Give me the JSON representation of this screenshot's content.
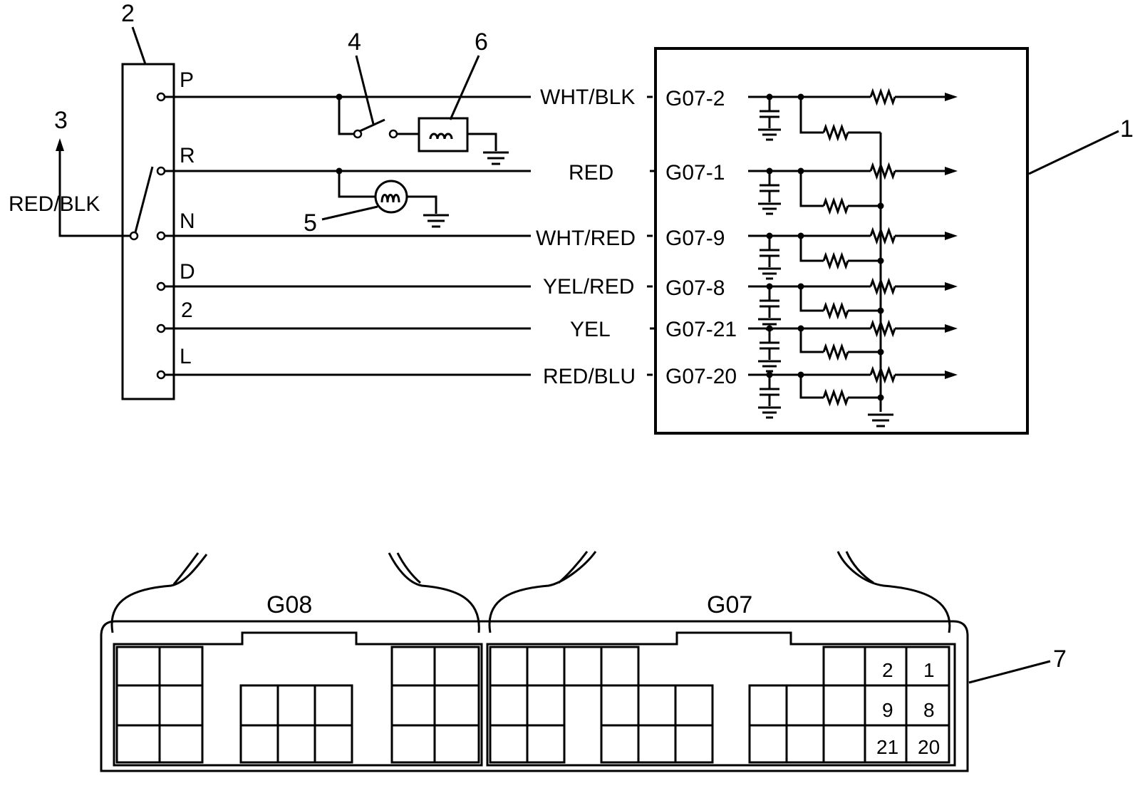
{
  "callouts": {
    "c1": "1",
    "c2": "2",
    "c3": "3",
    "c4": "4",
    "c5": "5",
    "c6": "6",
    "c7": "7"
  },
  "input_wire": "RED/BLK",
  "switch_positions": [
    "P",
    "R",
    "N",
    "D",
    "2",
    "L"
  ],
  "wires": [
    {
      "color": "WHT/BLK",
      "pin": "G07-2"
    },
    {
      "color": "RED",
      "pin": "G07-1"
    },
    {
      "color": "WHT/RED",
      "pin": "G07-9"
    },
    {
      "color": "YEL/RED",
      "pin": "G07-8"
    },
    {
      "color": "YEL",
      "pin": "G07-21"
    },
    {
      "color": "RED/BLU",
      "pin": "G07-20"
    }
  ],
  "connector": {
    "left_label": "G08",
    "right_label": "G07",
    "pin_numbers": [
      "2",
      "1",
      "9",
      "8",
      "21",
      "20"
    ]
  }
}
